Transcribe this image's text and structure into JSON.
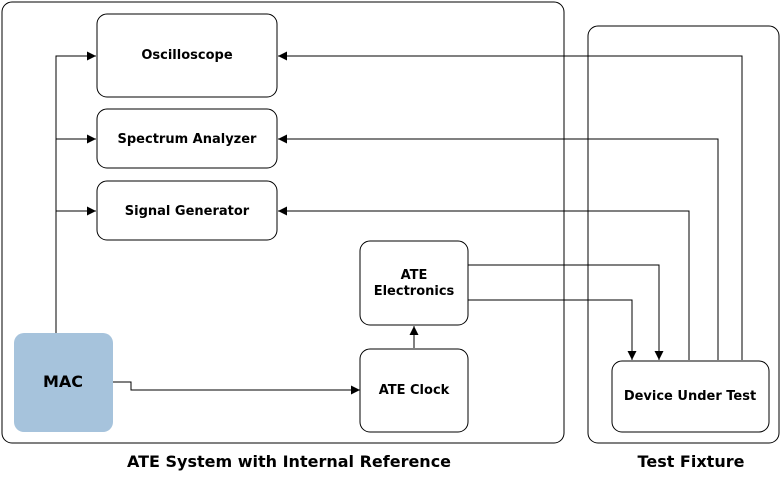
{
  "containers": {
    "ate_system": {
      "label": "ATE System with Internal Reference"
    },
    "test_fixture": {
      "label": "Test Fixture"
    }
  },
  "blocks": {
    "oscilloscope": "Oscilloscope",
    "spectrum_analyzer": "Spectrum Analyzer",
    "signal_generator": "Signal Generator",
    "ate_electronics": {
      "line1": "ATE",
      "line2": "Electronics"
    },
    "ate_clock": "ATE Clock",
    "mac": "MAC",
    "device_under_test": "Device Under Test"
  },
  "colors": {
    "mac_fill": "#a6c3dc",
    "outline": "#000000",
    "background": "#ffffff"
  }
}
